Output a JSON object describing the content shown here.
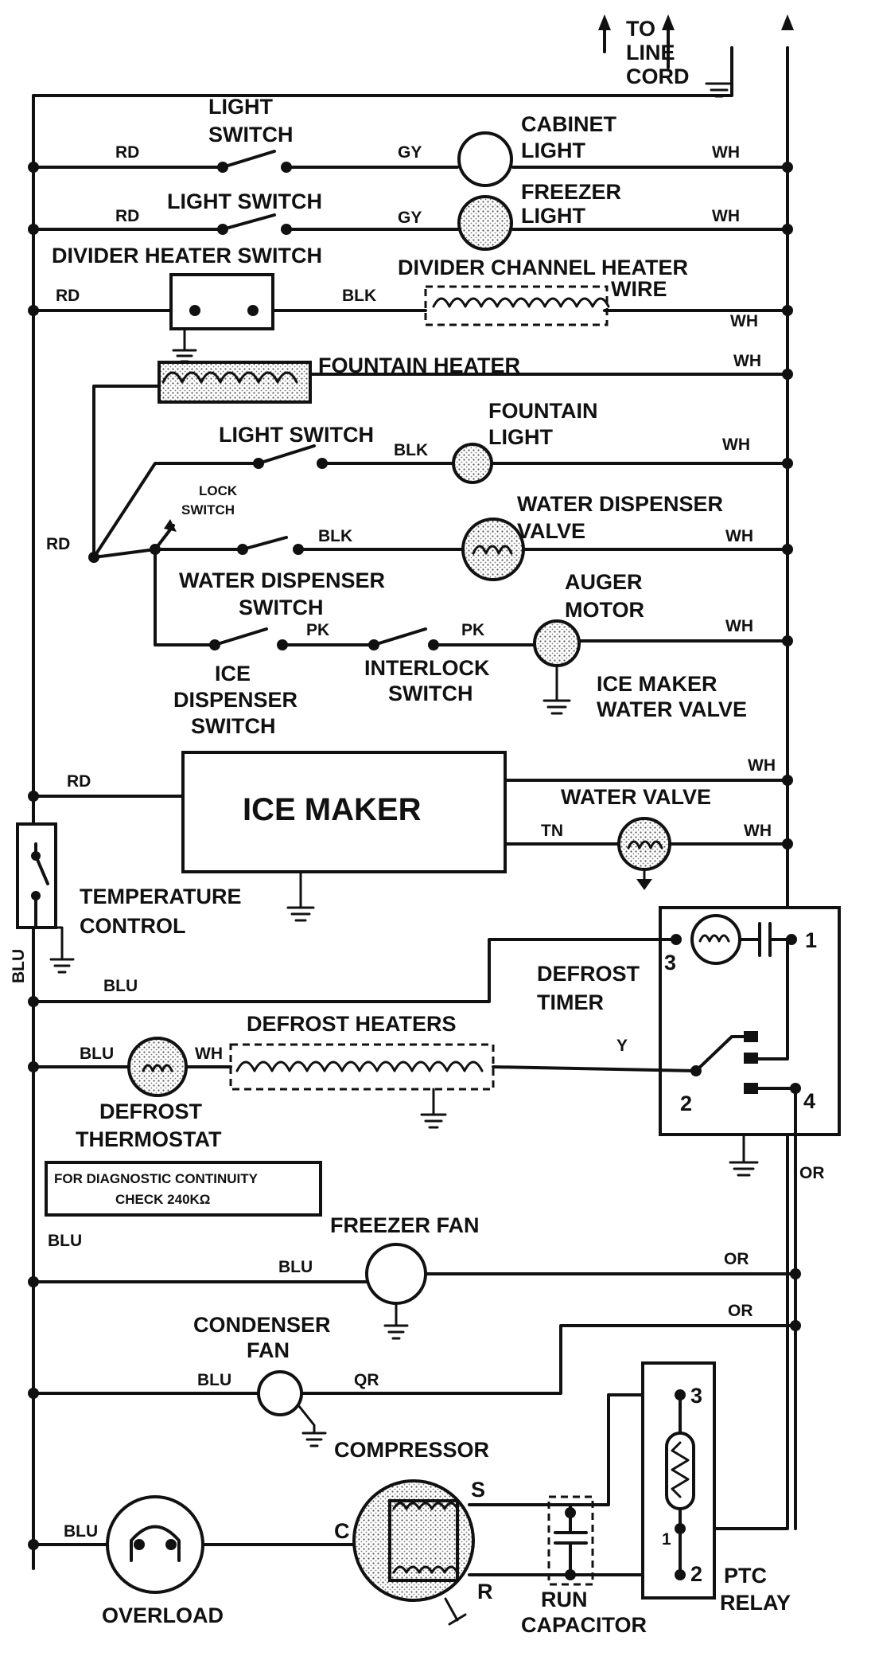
{
  "labels": {
    "to_line_cord": [
      "TO",
      "LINE",
      "CORD"
    ],
    "light_switch_1": [
      "LIGHT",
      "SWITCH"
    ],
    "cabinet_light": [
      "CABINET",
      "LIGHT"
    ],
    "light_switch_2": "LIGHT SWITCH",
    "freezer_light": [
      "FREEZER",
      "LIGHT"
    ],
    "divider_heater_switch": "DIVIDER HEATER SWITCH",
    "divider_channel_heater": [
      "DIVIDER CHANNEL HEATER",
      "WIRE"
    ],
    "fountain_heater": "FOUNTAIN HEATER",
    "light_switch_3": "LIGHT SWITCH",
    "fountain_light": [
      "FOUNTAIN",
      "LIGHT"
    ],
    "lock_switch": [
      "LOCK",
      "SWITCH"
    ],
    "water_dispenser_valve": [
      "WATER DISPENSER",
      "VALVE"
    ],
    "water_dispenser_switch": [
      "WATER DISPENSER",
      "SWITCH"
    ],
    "auger_motor": [
      "AUGER",
      "MOTOR"
    ],
    "ice_dispenser_switch": [
      "ICE",
      "DISPENSER",
      "SWITCH"
    ],
    "interlock_switch": [
      "INTERLOCK",
      "SWITCH"
    ],
    "ice_maker_water_valve": [
      "ICE MAKER",
      "WATER VALVE"
    ],
    "ice_maker": "ICE MAKER",
    "water_valve": "WATER VALVE",
    "temperature_control": [
      "TEMPERATURE",
      "CONTROL"
    ],
    "defrost_timer": [
      "DEFROST",
      "TIMER"
    ],
    "defrost_heaters": "DEFROST HEATERS",
    "defrost_thermostat": [
      "DEFROST",
      "THERMOSTAT"
    ],
    "diagnostic_note": [
      "FOR DIAGNOSTIC CONTINUITY",
      "CHECK 240KΩ"
    ],
    "freezer_fan": "FREEZER FAN",
    "condenser_fan": [
      "CONDENSER",
      "FAN"
    ],
    "compressor": "COMPRESSOR",
    "overload": "OVERLOAD",
    "run_capacitor": [
      "RUN",
      "CAPACITOR"
    ],
    "ptc_relay": [
      "PTC",
      "RELAY"
    ]
  },
  "wire_colors": {
    "rd": "RD",
    "gy": "GY",
    "wh": "WH",
    "blk": "BLK",
    "pk": "PK",
    "tn": "TN",
    "blu": "BLU",
    "y": "Y",
    "or": "OR",
    "qr": "QR"
  },
  "terminals": {
    "timer": [
      "1",
      "2",
      "3",
      "4"
    ],
    "compressor": [
      "C",
      "S",
      "R"
    ],
    "ptc": [
      "3",
      "1",
      "2"
    ]
  },
  "colors": {
    "ink": "#111111",
    "paper": "#ffffff"
  }
}
